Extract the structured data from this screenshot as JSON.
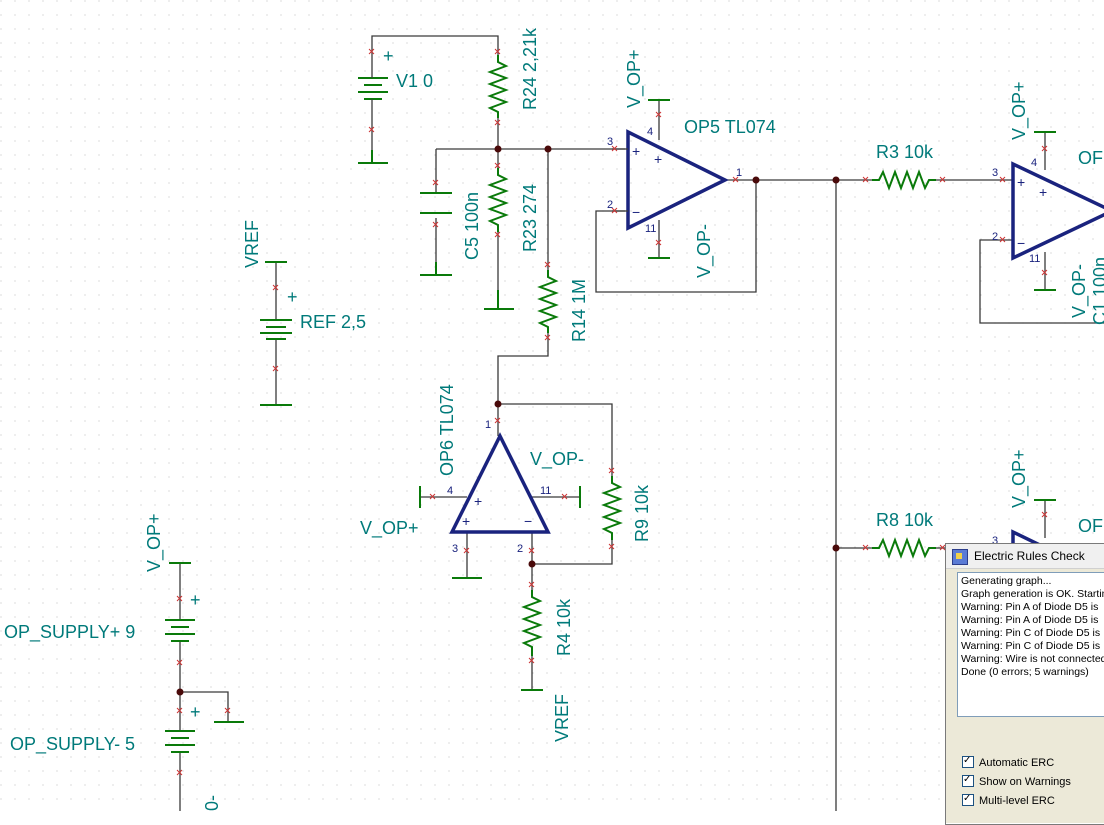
{
  "labels": {
    "v1": "V1 0",
    "r24": "R24 2,21k",
    "c5": "C5 100n",
    "r23": "R23 274",
    "r14": "R14 1M",
    "op5": "OP5 TL074",
    "vop_plus": "V_OP+",
    "vop_minus": "V_OP-",
    "r3": "R3 10k",
    "op_right_top_partial": "OF",
    "c1_partial": "C1 100n",
    "vref": "VREF",
    "ref": "REF 2,5",
    "op6": "OP6 TL074",
    "r9": "R9 10k",
    "r4": "R4 10k",
    "r8": "R8 10k",
    "op_right_bottom_partial": "OF",
    "op_supply_plus": "OP_SUPPLY+ 9",
    "op_supply_minus": "OP_SUPPLY- 5",
    "bottom_partial": "0-",
    "plus": "+",
    "minus": "−",
    "pins": {
      "p1": "1",
      "p2": "2",
      "p3": "3",
      "p4": "4",
      "p11": "11"
    }
  },
  "erc": {
    "title": "Electric Rules Check",
    "log": [
      "Generating graph...",
      "Graph generation is OK. Starting",
      "Warning: Pin A of Diode D5 is",
      "Warning: Pin A of Diode D5 is",
      "Warning: Pin C of Diode D5 is",
      "Warning: Pin C of Diode D5 is",
      "Warning: Wire is not connected",
      "Done (0 errors; 5 warnings)"
    ],
    "options": {
      "automatic": "Automatic ERC",
      "show_warnings": "Show on Warnings",
      "multilevel": "Multi-level ERC"
    }
  },
  "colors": {
    "wire": "#3a3a3a",
    "component": "#0a7a0a",
    "opamp": "#1a237e",
    "label": "#007a7a",
    "pin_marker": "#cc3333",
    "junction": "#4a0a0a"
  }
}
